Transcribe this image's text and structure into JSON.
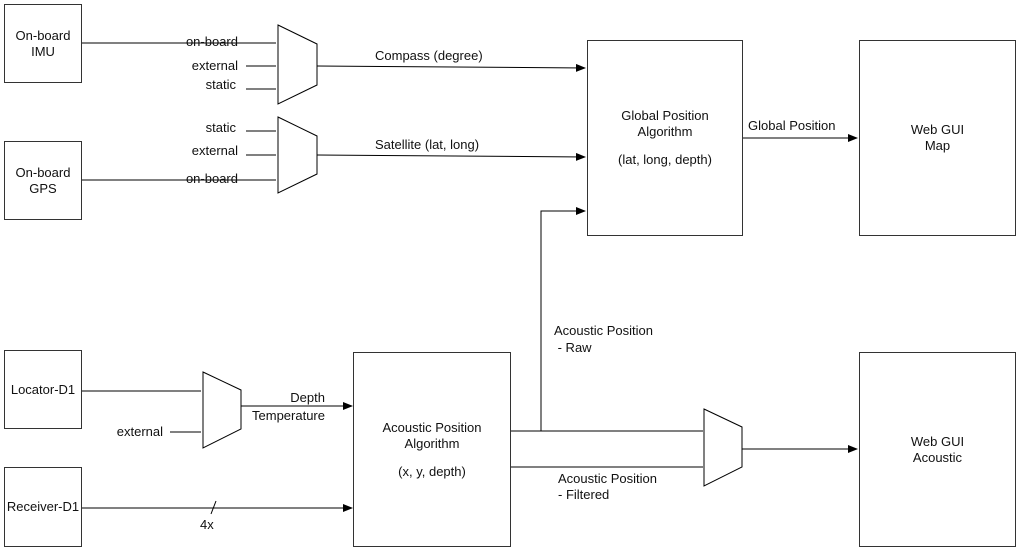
{
  "colors": {
    "line": "#000000",
    "box_border": "#333333",
    "text": "#111111"
  },
  "boxes": {
    "imu": [
      "On-board",
      "IMU"
    ],
    "gps": [
      "On-board",
      "GPS"
    ],
    "locator": "Locator-D1",
    "receiver": "Receiver-D1",
    "global_algo": [
      "Global Position",
      "Algorithm",
      "(lat, long, depth)"
    ],
    "acoustic_algo": [
      "Acoustic Position",
      "Algorithm",
      "(x, y, depth)"
    ],
    "web_map": [
      "Web GUI",
      "Map"
    ],
    "web_acoustic": [
      "Web GUI",
      "Acoustic"
    ]
  },
  "mux_compass_inputs": [
    "on-board",
    "external",
    "static"
  ],
  "mux_satellite_inputs": [
    "static",
    "external",
    "on-board"
  ],
  "mux_locator_inputs": [
    "external"
  ],
  "signals": {
    "compass": "Compass (degree)",
    "satellite": "Satellite (lat, long)",
    "global_position": "Global Position",
    "depth": "Depth",
    "temperature": "Temperature",
    "bus_width": "4x",
    "acoustic_raw": [
      "Acoustic Position",
      " - Raw"
    ],
    "acoustic_filtered": [
      "Acoustic Position",
      "- Filtered"
    ]
  }
}
